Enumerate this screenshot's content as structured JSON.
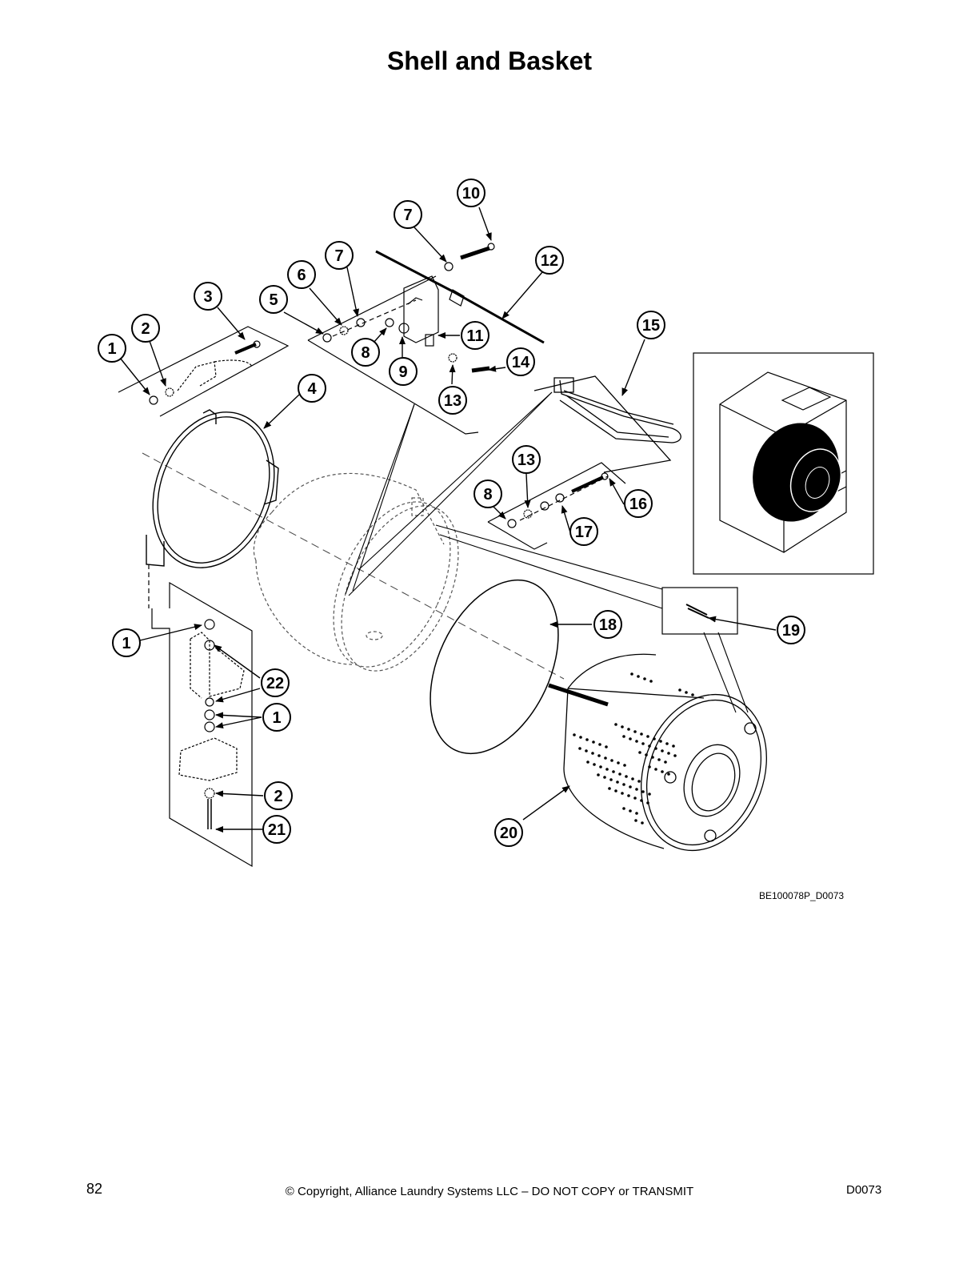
{
  "page": {
    "title": "Shell and Basket",
    "figure_id": "BE100078P_D0073",
    "page_number": "82",
    "copyright": "© Copyright, Alliance Laundry Systems LLC – DO NOT COPY or TRANSMIT",
    "doc_code": "D0073"
  },
  "callouts": [
    {
      "n": "10"
    },
    {
      "n": "7"
    },
    {
      "n": "7"
    },
    {
      "n": "12"
    },
    {
      "n": "6"
    },
    {
      "n": "3"
    },
    {
      "n": "5"
    },
    {
      "n": "2"
    },
    {
      "n": "1"
    },
    {
      "n": "8"
    },
    {
      "n": "11"
    },
    {
      "n": "15"
    },
    {
      "n": "9"
    },
    {
      "n": "14"
    },
    {
      "n": "4"
    },
    {
      "n": "13"
    },
    {
      "n": "13"
    },
    {
      "n": "8"
    },
    {
      "n": "16"
    },
    {
      "n": "17"
    },
    {
      "n": "18"
    },
    {
      "n": "19"
    },
    {
      "n": "1"
    },
    {
      "n": "22"
    },
    {
      "n": "1"
    },
    {
      "n": "2"
    },
    {
      "n": "21"
    },
    {
      "n": "20"
    }
  ]
}
